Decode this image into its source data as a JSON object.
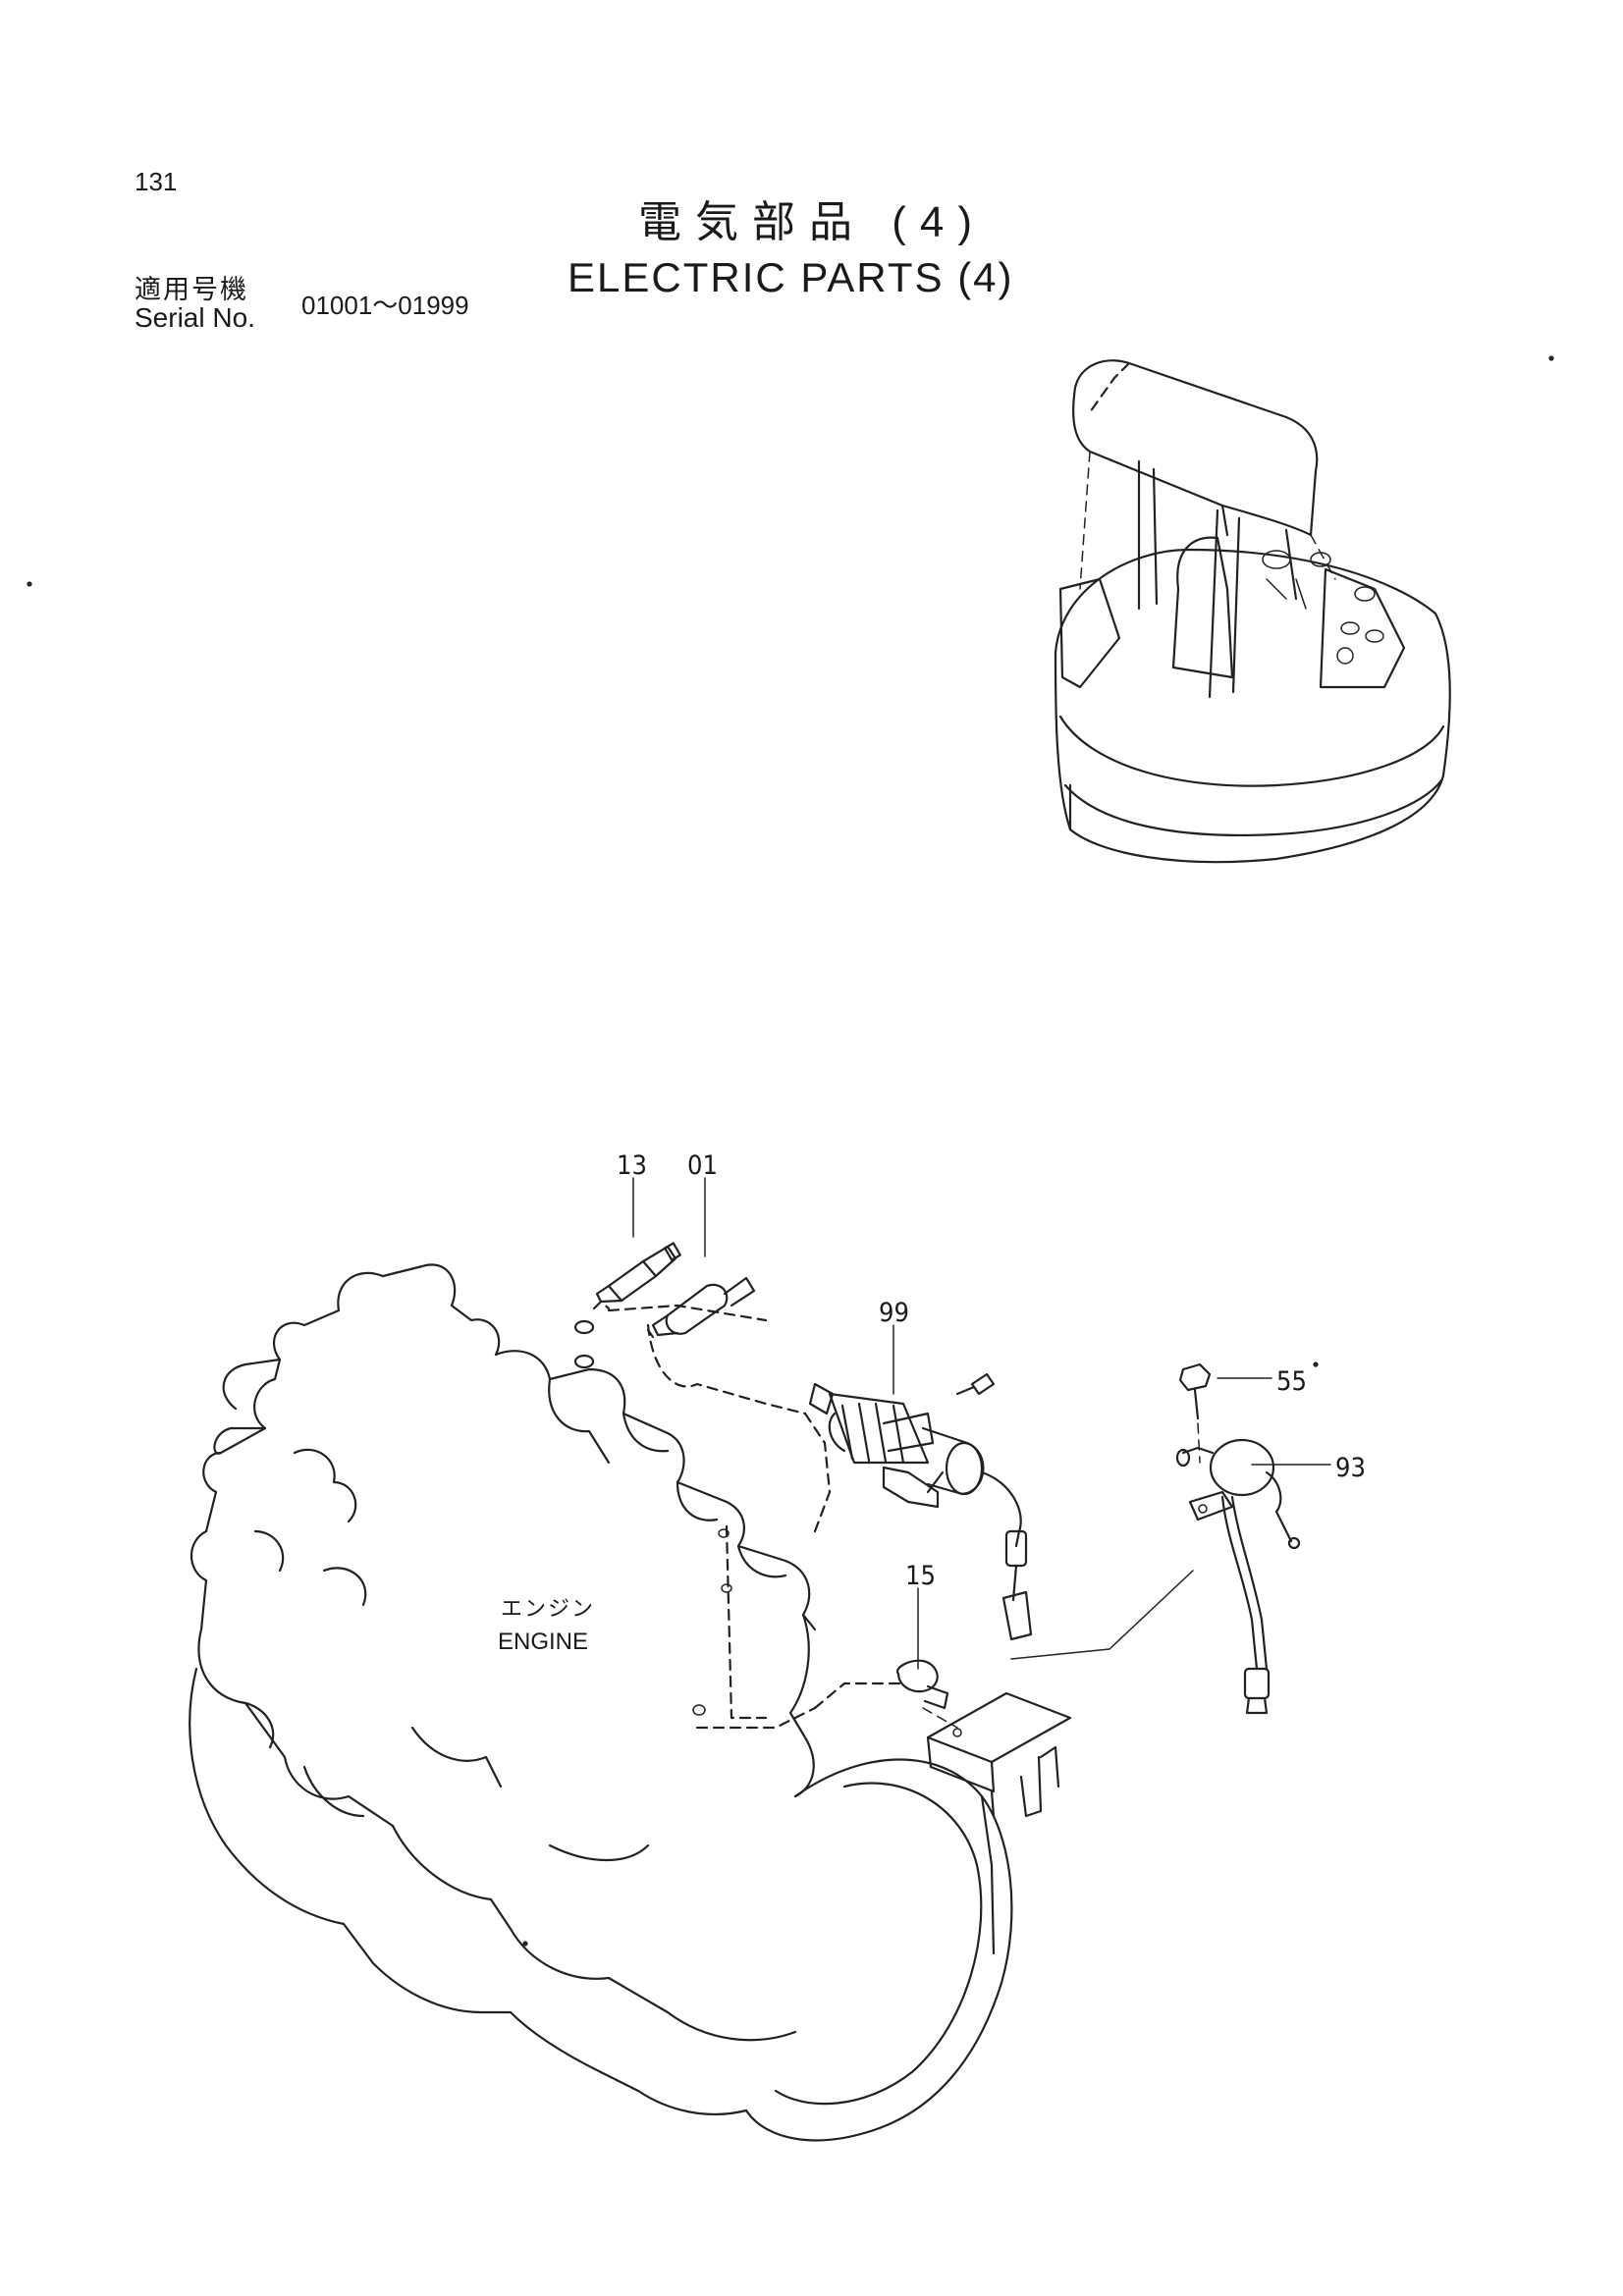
{
  "header": {
    "page_number": "131",
    "title_jp": "電気部品 (4)",
    "title_en": "ELECTRIC PARTS (4)",
    "serial_label_jp": "適用号機",
    "serial_label_en": "Serial No.",
    "serial_range": "01001～01999"
  },
  "callouts": {
    "c13": "13",
    "c01": "01",
    "c99": "99",
    "c55": "55",
    "c93": "93",
    "c15": "15"
  },
  "labels": {
    "engine_jp": "エンジン",
    "engine_en": "ENGINE"
  }
}
